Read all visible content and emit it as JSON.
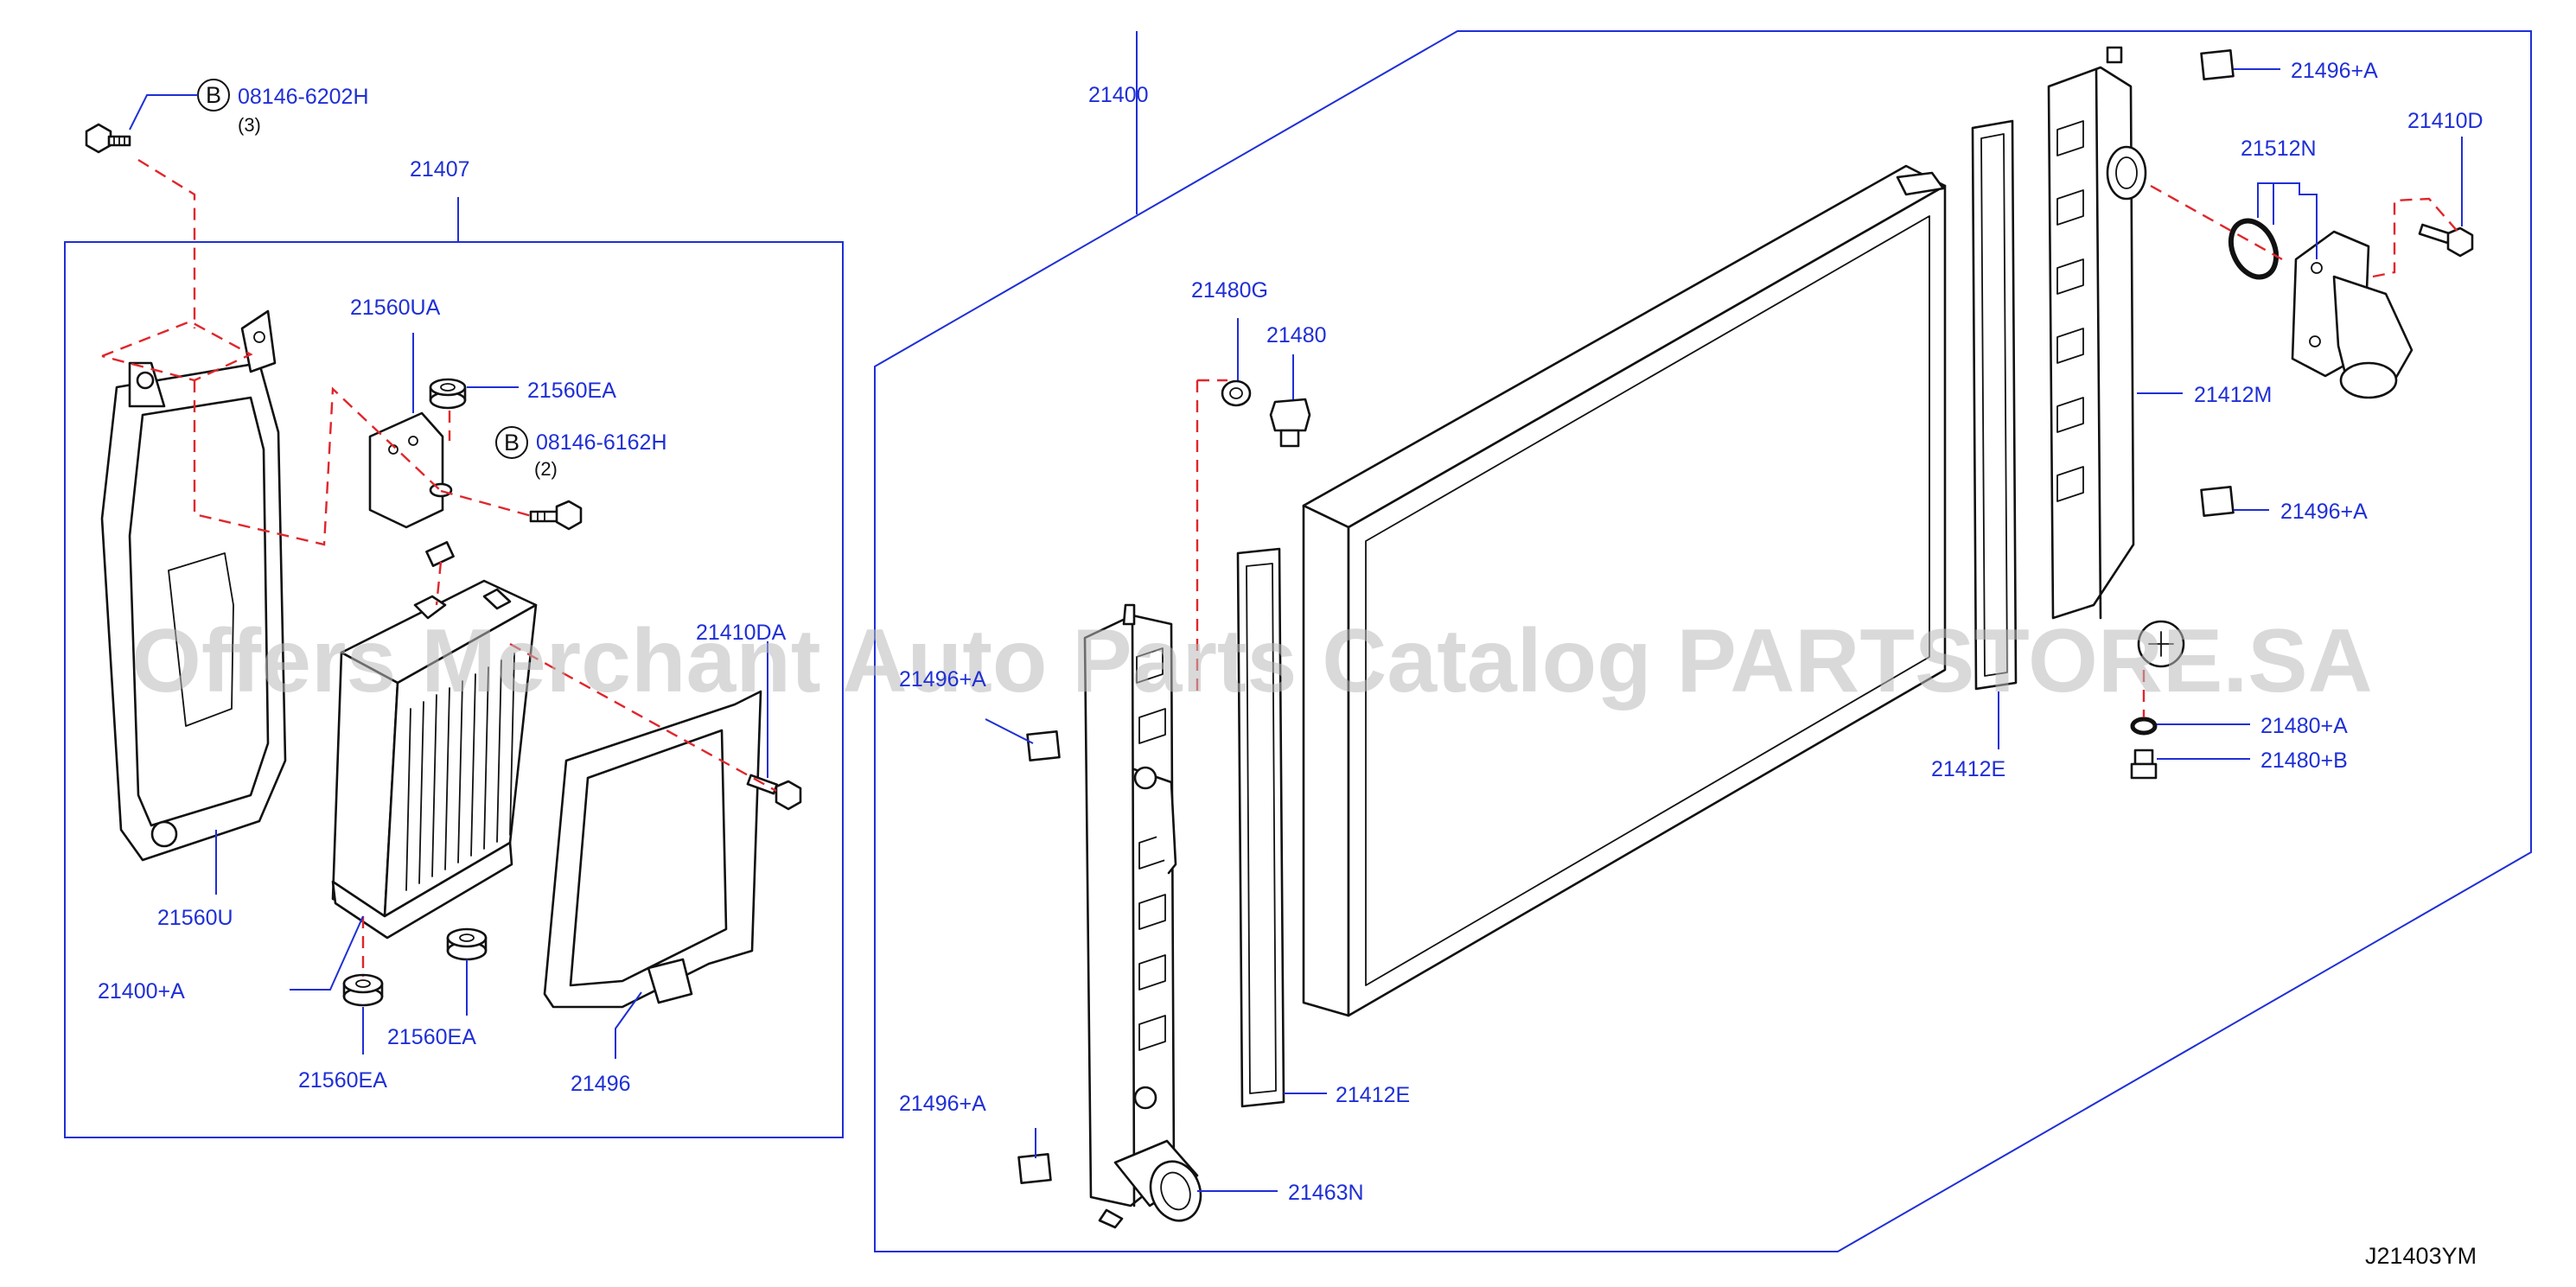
{
  "watermark": "Offers Merchant Auto Parts Catalog PARTSTORE.SA",
  "diagram_code": "J21403YM",
  "bolt_marker": "B",
  "labels": {
    "p21407": "21407",
    "p21400": "21400",
    "bolt_a_part": "08146-6202H",
    "bolt_a_qty": "(3)",
    "bolt_b_part": "08146-6162H",
    "bolt_b_qty": "(2)",
    "p21560UA": "21560UA",
    "p21560EA_top": "21560EA",
    "p21410DA": "21410DA",
    "p21560U": "21560U",
    "p21400A": "21400+A",
    "p21560EA_right": "21560EA",
    "p21560EA_bottom": "21560EA",
    "p21496_left": "21496",
    "p21480G": "21480G",
    "p21480": "21480",
    "p21496A_mid": "21496+A",
    "p21496A_low": "21496+A",
    "p21412E_left": "21412E",
    "p21463N": "21463N",
    "p21412E_right": "21412E",
    "p21412M": "21412M",
    "p21496A_top": "21496+A",
    "p21512N": "21512N",
    "p21410D": "21410D",
    "p21496A_right": "21496+A",
    "p21480A": "21480+A",
    "p21480B": "21480+B"
  }
}
